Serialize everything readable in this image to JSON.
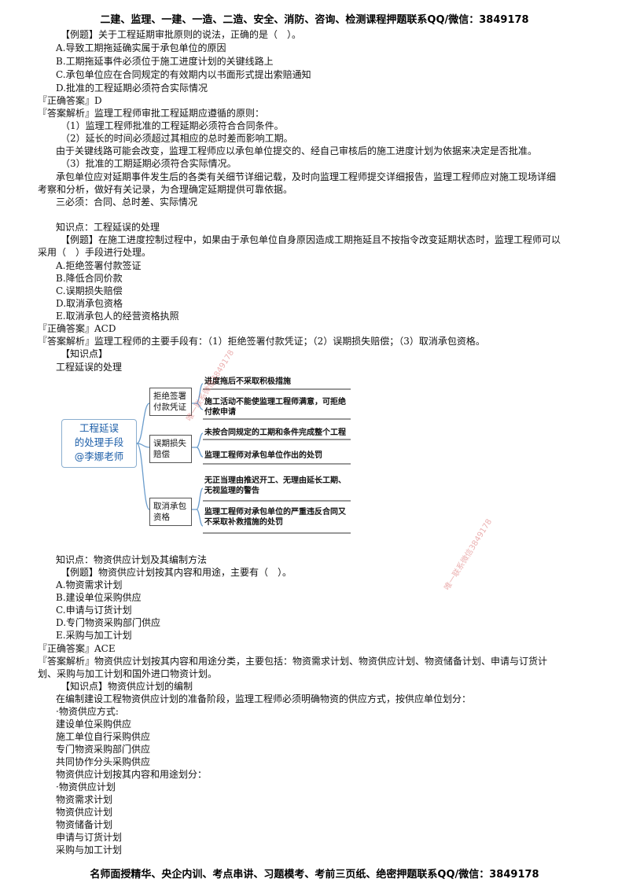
{
  "header": "二建、监理、一建、一造、二造、安全、消防、咨询、检测课程押题联系QQ/微信：3849178",
  "footer": "名师面授精华、央企内训、考点串讲、习题模考、考前三页纸、绝密押题联系QQ/微信：3849178",
  "q1": {
    "stem": "【例题】关于工程延期审批原则的说法，正确的是（　）。",
    "options": [
      "A.导致工期拖延确实属于承包单位的原因",
      "B.工期拖延事件必须位于施工进度计划的关键线路上",
      "C.承包单位应在合同规定的有效期内以书面形式提出索赔通知",
      "D.批准的工程延期必须符合实际情况"
    ],
    "answer": "『正确答案』D",
    "analysis": "『答案解析』监理工程师审批工程延期应遵循的原则：",
    "points": [
      "（1）监理工程师批准的工程延期必须符合合同条件。",
      "（2）延长的时间必须超过其相应的总时差而影响工期。",
      "由于关键线路可能会改变，监理工程师应以承包单位提交的、经自己审核后的施工进度计划为依据来决定是否批准。",
      "（3）批准的工期延期必须符合实际情况。",
      "承包单位应对延期事件发生后的各类有关细节详细记载，及时向监理工程师提交详细报告，监理工程师应对施工现场详细",
      "考察和分析，做好有关记录，为合理确定延期提供可靠依据。",
      "三必须：合同、总时差、实际情况"
    ]
  },
  "kp1": "知识点：工程延误的处理",
  "q2": {
    "stem1": "【例题】在施工进度控制过程中，如果由于承包单位自身原因造成工期拖延且不按指令改变延期状态时，监理工程师可以",
    "stem2": "采用（　）手段进行处理。",
    "options": [
      "A.拒绝签署付款签证",
      "B.降低合同价款",
      "C.误期损失赔偿",
      "D.取消承包资格",
      "E.取消承包人的经营资格执照"
    ],
    "answer": "『正确答案』ACD",
    "analysis": "『答案解析』监理工程师的主要手段有：（1）拒绝签署付款凭证；（2）误期损失赔偿；（3）取消承包资格。",
    "kp_tag": "【知识点】",
    "kp_title": "工程延误的处理"
  },
  "mindmap": {
    "root": [
      "工程延误",
      "的处理手段",
      "@李娜老师"
    ],
    "branches": [
      {
        "label": [
          "拒绝签署",
          "付款凭证"
        ],
        "leaves": [
          [
            "进度拖后不采取积极措施"
          ],
          [
            "施工活动不能使监理工程师满意，可拒绝",
            "付款申请"
          ]
        ]
      },
      {
        "label": [
          "误期损失",
          "赔偿"
        ],
        "leaves": [
          [
            "未按合同规定的工期和条件完成整个工程"
          ],
          [
            "监理工程师对承包单位作出的处罚"
          ]
        ]
      },
      {
        "label": [
          "取消承包",
          "资格"
        ],
        "leaves": [
          [
            "无正当理由推迟开工、无理由延长工期、",
            "无视监理的警告"
          ],
          [
            "监理工程师对承包单位的严重违反合同又",
            "不采取补救措施的处罚"
          ]
        ]
      }
    ]
  },
  "watermark": [
    "唯一联系微信3849178",
    "唯一联系微信3849178"
  ],
  "kp2": "知识点：物资供应计划及其编制方法",
  "q3": {
    "stem": "【例题】物资供应计划按其内容和用途，主要有（　）。",
    "options": [
      "A.物资需求计划",
      "B.建设单位采购供应",
      "C.申请与订货计划",
      "D.专门物资采购部门供应",
      "E.采购与加工计划"
    ],
    "answer": "『正确答案』ACE",
    "analysis1": "『答案解析』物资供应计划按其内容和用途分类，主要包括：物资需求计划、物资供应计划、物资储备计划、申请与订货计",
    "analysis2": "划、采购与加工计划和国外进口物资计划。",
    "kp_tag": "【知识点】物资供应计划的编制",
    "lines": [
      "在编制建设工程物资供应计划的准备阶段，监理工程师必须明确物资的供应方式，按供应单位划分：",
      "·物资供应方式:",
      "建设单位采购供应",
      "施工单位自行采购供应",
      "专门物资采购部门供应",
      "共同协作分头采购供应",
      "物资供应计划按其内容和用途划分：",
      "·物资供应计划",
      "物资需求计划",
      "物资供应计划",
      "物资储备计划",
      "申请与订货计划",
      "采购与加工计划"
    ]
  }
}
